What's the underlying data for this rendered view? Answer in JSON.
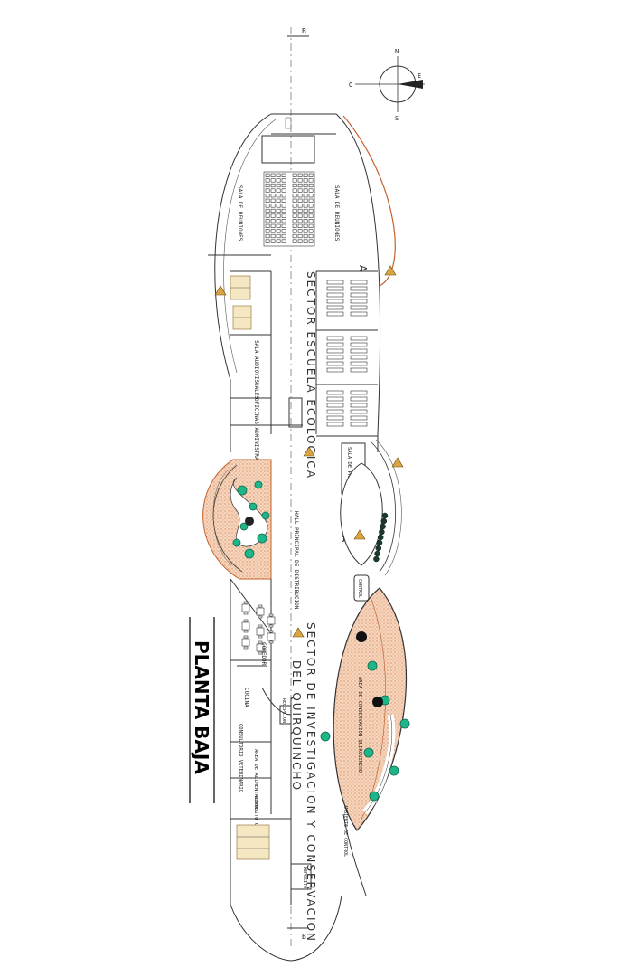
{
  "title": "PLANTA BAJA",
  "sectors": {
    "escuela": "SECTOR ESCUELA ECOLOGICA",
    "investigacion": "SECTOR DE INVESTIGACION Y CONSERVACION",
    "quirquincho": "DEL QUIRQUINCHO"
  },
  "rooms": {
    "sala_reunion_1": "SALA DE REUNIONES",
    "sala_reunion_2": "SALA DE REUNIONES",
    "audiovisuales": "SALA AUDIOVISUALES",
    "oficinas": "OFICINAS ADMINISTRATIVAS",
    "practicas": "SALA DE PRACTICAS",
    "hall": "HALL PRINCIPAL DE DISTRIBUCION",
    "comedor": "COMEDOR",
    "cocina": "COCINA",
    "consultorio": "CONSULTORIO VETERINARIO",
    "area_alimentacion": "AREA DE ALIMENTACION",
    "deposito_comida": "DEPOSITO COMIDA",
    "area_conservacion": "AREA DE CONSERVACION QUIRQUINCHO",
    "ambiente_control": "AMBIENTE DE CONTROL",
    "control": "CONTROL",
    "deposito": "DEPOSITO",
    "recepcion": "RECEPCION"
  },
  "labels": {
    "axis_top": "B",
    "axis_bottom": "B",
    "compass_n": "N",
    "compass_s": "S",
    "compass_e": "E",
    "compass_o": "O",
    "cut_a1": "A",
    "cut_a2": "A"
  },
  "colors": {
    "garden_fill": "#f3c9a8",
    "vegetation": "#1fb58a",
    "vegetation_dark": "#0d6b4a",
    "arrow": "#d9a441",
    "outline": "#333333",
    "accent_arc": "#c4622d"
  }
}
